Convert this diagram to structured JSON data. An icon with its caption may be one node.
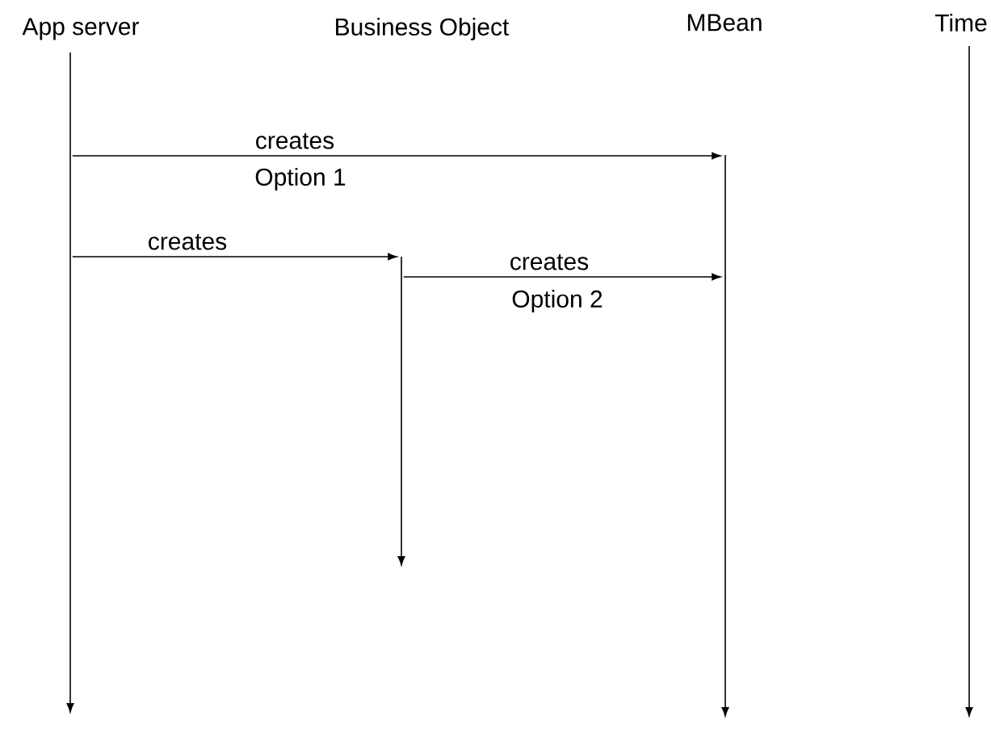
{
  "diagram": {
    "nodes": [
      {
        "text": [
          "App server"
        ]
      },
      {
        "text": [
          "Business Object"
        ]
      },
      {
        "text": [
          "MBean"
        ]
      },
      {
        "text": [
          "Time"
        ]
      },
      {
        "text": [],
        "shape": "line"
      },
      {
        "text": [],
        "shape": "line"
      },
      {
        "text": [],
        "shape": "line"
      },
      {
        "text": [],
        "shape": "line"
      }
    ],
    "edges": [
      {
        "from": 4,
        "to": 6,
        "arrow": "to",
        "label": "creates"
      },
      {
        "from": 4,
        "to": 5,
        "arrow": "to",
        "label": "creates"
      },
      {
        "from": 5,
        "to": 6,
        "arrow": "to",
        "label": "creates"
      }
    ],
    "labels": [
      "Option 1",
      "Option 2"
    ]
  }
}
